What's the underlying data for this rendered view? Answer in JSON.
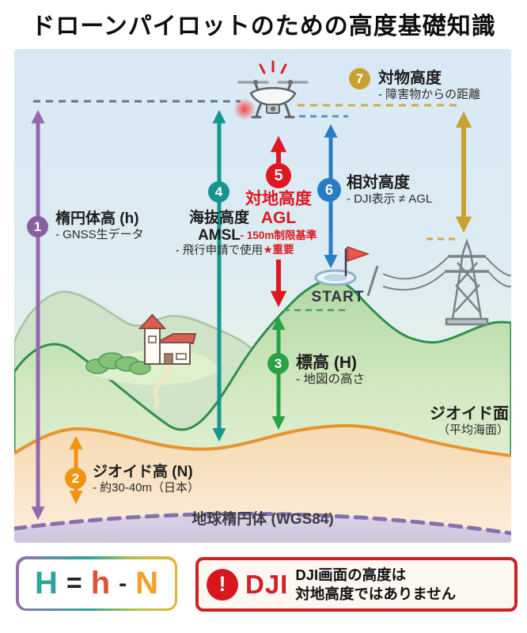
{
  "title": "ドローンパイロットのための高度基礎知識",
  "labels": {
    "n1": {
      "num": "1",
      "title": "楕円体高 (h)",
      "sub": "- GNSS生データ",
      "color": "#8a5fa0"
    },
    "n2": {
      "num": "2",
      "title": "ジオイド高 (N)",
      "sub": "- 約30-40m（日本）",
      "color": "#ef9411"
    },
    "n3": {
      "num": "3",
      "title": "標高 (H)",
      "sub": "- 地図の高さ",
      "color": "#2aa143"
    },
    "n4": {
      "num": "4",
      "title": "海抜高度",
      "title2": "AMSL",
      "sub": "- 飛行申請で使用",
      "color": "#14958d"
    },
    "n5": {
      "num": "5",
      "title": "対地高度",
      "title2": "AGL",
      "sub": "- 150m制限基準",
      "sub2": "★重要",
      "color": "#dd1820"
    },
    "n6": {
      "num": "6",
      "title": "相対高度",
      "sub": "- DJI表示 ≠ AGL",
      "color": "#2a7cc4"
    },
    "n7": {
      "num": "7",
      "title": "対物高度",
      "sub": "- 障害物からの距離",
      "color": "#c9a032"
    }
  },
  "scene": {
    "start_label": "START",
    "geoid_label": "ジオイド面",
    "geoid_sub": "（平均海面）",
    "ellipsoid_label": "地球楕円体 (WGS84)"
  },
  "formula": {
    "p1": "H",
    "p2": "=",
    "p3": "h",
    "p4": "-",
    "p5": "N"
  },
  "warning": {
    "mark": "!",
    "brand": "DJI",
    "line1": "DJI画面の高度は",
    "line2": "対地高度ではありません"
  },
  "colors": {
    "purple": "#9368ad",
    "teal": "#16968e",
    "green": "#2aa143",
    "red": "#dd1820",
    "blue": "#2a7cc4",
    "orange": "#ef9411",
    "gold": "#c9a032",
    "geoid_line": "#e8932c",
    "ellipsoid_dash": "#8a6fae",
    "terrain_outline": "#2e8f4f"
  }
}
